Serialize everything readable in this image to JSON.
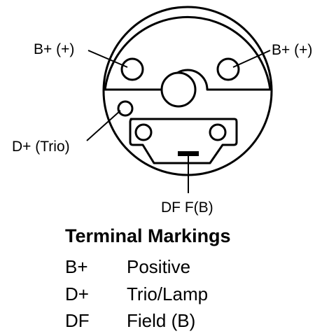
{
  "diagram": {
    "labels": {
      "b_plus_left": "B+ (+)",
      "b_plus_right": "B+ (+)",
      "d_plus": "D+ (Trio)",
      "df": "DF F(B)"
    }
  },
  "legend": {
    "title": "Terminal Markings",
    "rows": [
      {
        "code": "B+",
        "meaning": "Positive"
      },
      {
        "code": "D+",
        "meaning": "Trio/Lamp"
      },
      {
        "code": "DF",
        "meaning": "Field (B)"
      }
    ]
  }
}
